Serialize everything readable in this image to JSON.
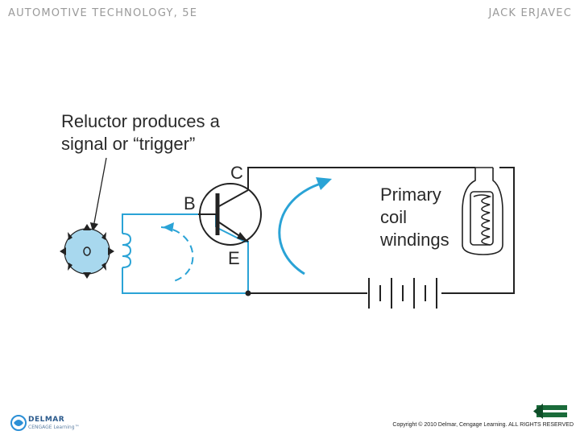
{
  "header": {
    "book_title": "AUTOMOTIVE TECHNOLOGY, 5E",
    "author": "JACK ERJAVEC"
  },
  "diagram": {
    "reluctor_line1": "Reluctor produces a",
    "reluctor_line2": "signal or “trigger”",
    "terminal_c": "C",
    "terminal_b": "B",
    "terminal_e": "E",
    "coil_line1": "Primary",
    "coil_line2": "coil",
    "coil_line3": "windings",
    "colors": {
      "trigger_circuit": "#2aa3d6",
      "primary_circuit": "#222222",
      "reluctor_fill": "#a8d8ee"
    }
  },
  "footer": {
    "logo_name": "DELMAR",
    "logo_sub": "CENGAGE Learning™",
    "copyright": "Copyright © 2010 Delmar, Cengage Learning. ALL RIGHTS RESERVED",
    "back_icon": "left-arrow-icon"
  }
}
